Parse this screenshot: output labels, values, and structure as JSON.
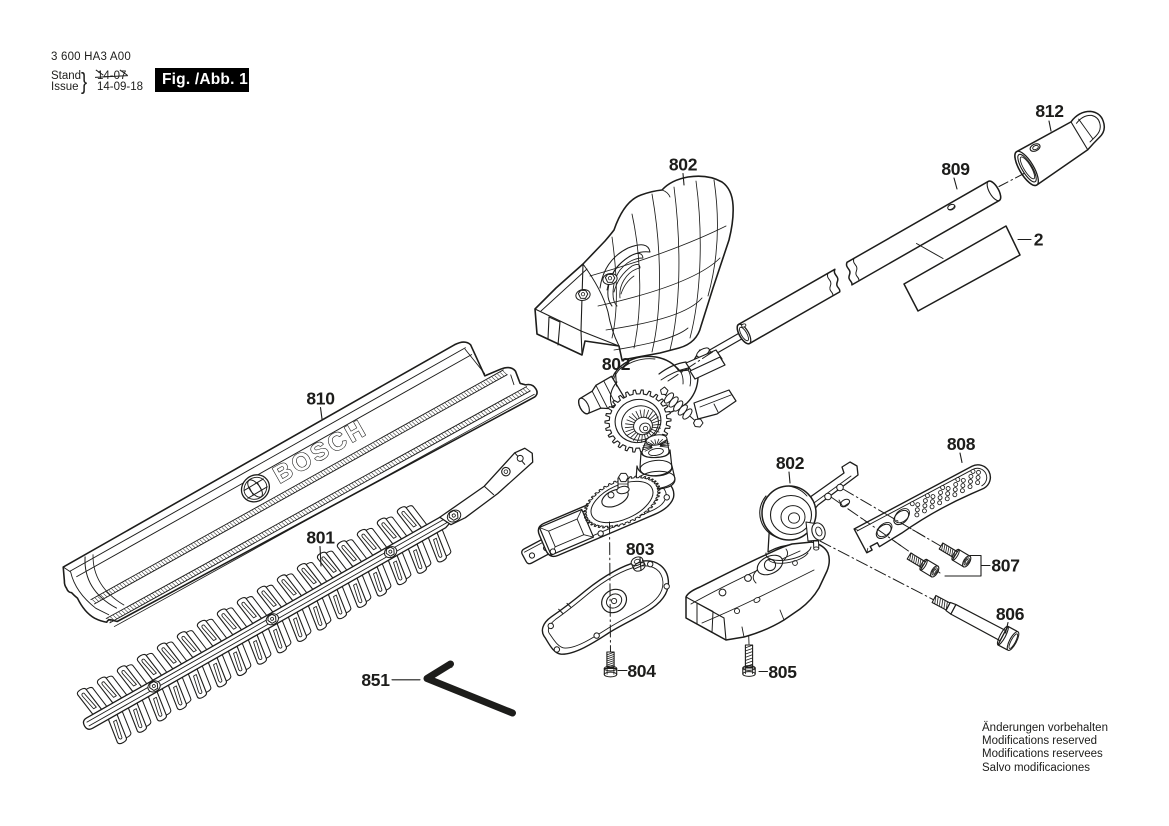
{
  "colors": {
    "ink": "#1d1d1b",
    "background": "#ffffff",
    "figure_box_bg": "#000000",
    "figure_box_text": "#ffffff"
  },
  "header": {
    "type_code": "3 600 HA3 A00",
    "revision_label_de": "Stand",
    "revision_label_en": "Issue",
    "revision_brace": "}",
    "revision_old": "14-07",
    "revision_new": "14-09-18",
    "figure_caption": "Fig. /Abb. 1"
  },
  "brand": {
    "name": "BOSCH"
  },
  "callouts": {
    "c810": "810",
    "c801": "801",
    "c802_top": "802",
    "c802_mid": "802",
    "c802_right": "802",
    "c803": "803",
    "c804": "804",
    "c805": "805",
    "c806": "806",
    "c807": "807",
    "c808": "808",
    "c809": "809",
    "c812": "812",
    "c851": "851",
    "c2": "2"
  },
  "footer": {
    "lines": [
      "Änderungen vorbehalten",
      "Modifications reserved",
      "Modifications reservees",
      "Salvo modificaciones"
    ]
  }
}
